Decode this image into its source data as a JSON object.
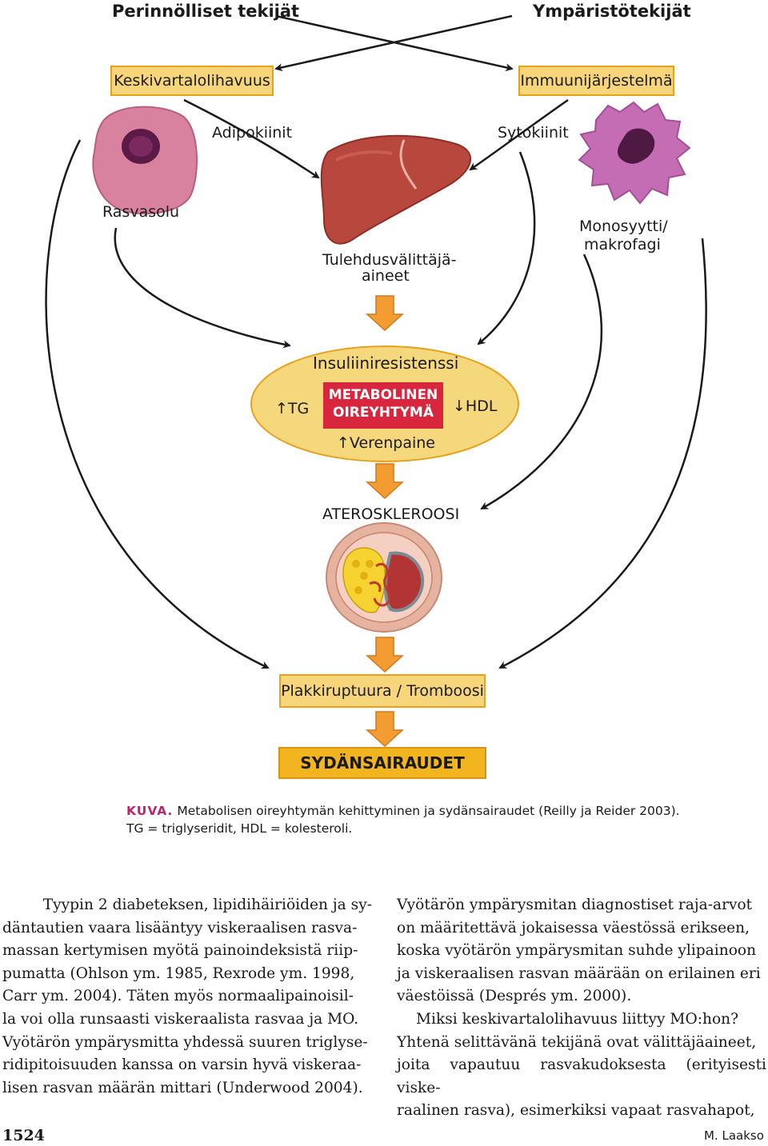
{
  "diagram": {
    "top_left_title": "Perinnölliset tekijät",
    "top_right_title": "Ympäristötekijät",
    "box_left": "Keskivartalolihavuus",
    "box_right": "Immuunijärjestelmä",
    "label_adipokines": "Adipokiinit",
    "label_cytokines": "Sytokiinit",
    "label_fat_cell": "Rasvasolu",
    "label_monocyte_line1": "Monosyytti/",
    "label_monocyte_line2": "makrofagi",
    "label_inflammation_line1": "Tulehdusvälittäjä-",
    "label_inflammation_line2": "aineet",
    "insulin_resistance": "Insuliiniresistenssi",
    "syndrome_line1": "METABOLINEN",
    "syndrome_line2": "OIREYHTYMÄ",
    "tg": "TG",
    "hdl": "HDL",
    "blood_pressure": "Verenpaine",
    "atherosclerosis": "ATEROSKLEROOSI",
    "plaque": "Plakkiruptuura / Tromboosi",
    "heart_disease": "SYDÄNSAIRAUDET"
  },
  "caption": {
    "prefix": "KUVA.",
    "line1": "Metabolisen oireyhtymän kehittyminen ja sydänsairaudet (Reilly ja Reider 2003).",
    "line2": "TG = triglyseridit, HDL = kolesteroli."
  },
  "body": {
    "left_column": [
      "Tyypin 2 diabeteksen, lipidihäiriöiden ja sy-",
      "däntautien vaara lisääntyy viskeraalisen rasva-",
      "massan kertymisen myötä painoindeksistä riip-",
      "pumatta (Ohlson ym. 1985, Rexrode ym. 1998,",
      "Carr ym. 2004). Täten myös normaalipainoisil-",
      "la voi olla runsaasti viskeraalista rasvaa ja MO.",
      "Vyötärön ympärysmitta yhdessä suuren triglyse-",
      "ridipitoisuuden kanssa on varsin hyvä viskeraa-",
      "lisen rasvan määrän mittari (Underwood 2004)."
    ],
    "right_column": [
      "Vyötärön ympärysmitan diagnostiset raja-arvot",
      "on määritettävä jokaisessa väestössä erikseen,",
      "koska vyötärön ympärysmitan suhde ylipainoon",
      "ja viskeraalisen rasvan määrään on erilainen eri",
      "väestöissä (Després ym. 2000).",
      "Miksi keskivartalolihavuus liittyy MO:hon?",
      "Yhtenä selittävänä tekijänä ovat välittäjäaineet,",
      "joita vapautuu rasvakudoksesta (erityisesti viske-",
      "raalinen rasva), esimerkiksi vapaat rasvahapot,"
    ]
  },
  "footer": {
    "page_number": "1524",
    "author": "M. Laakso"
  },
  "colors": {
    "box_fill": "#f7d57a",
    "box_border": "#e6a21c",
    "ellipse_fill": "#f5d77c",
    "syndrome_red": "#d7263d",
    "arrow_orange": "#f39c32",
    "caption_magenta": "#c0246a"
  }
}
